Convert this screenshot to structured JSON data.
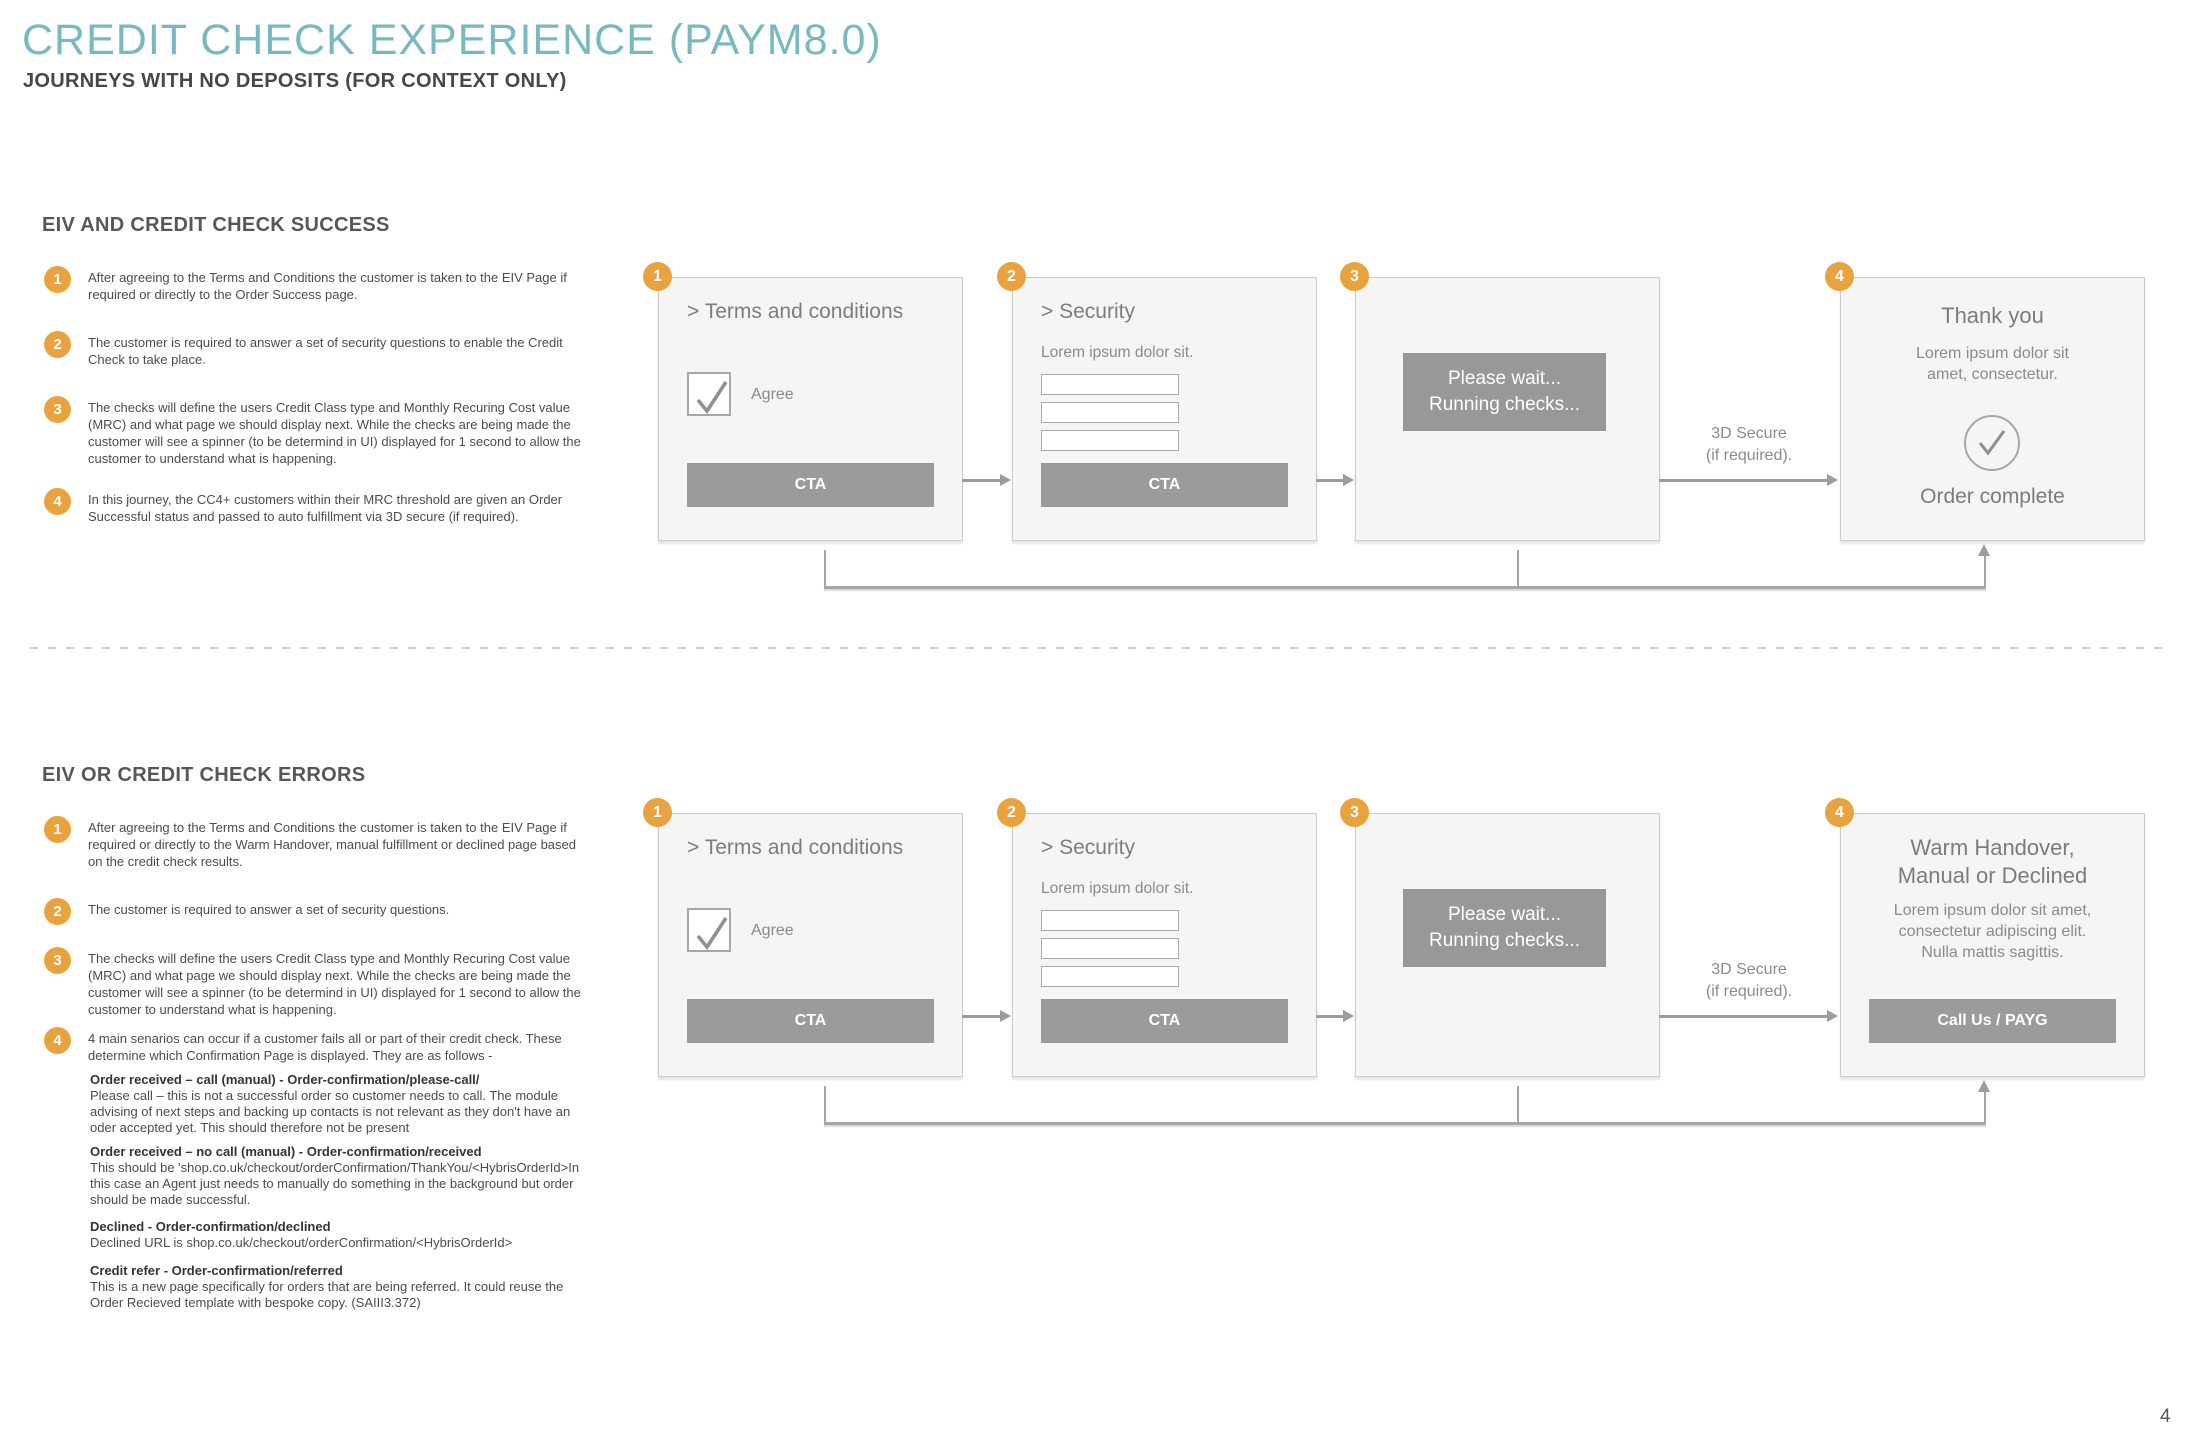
{
  "page": {
    "title": "CREDIT CHECK EXPERIENCE (PAYM8.0)",
    "subtitle": "JOURNEYS WITH NO DEPOSITS (FOR CONTEXT ONLY)",
    "page_number": "4",
    "colors": {
      "accent_teal": "#78b9bf",
      "accent_orange": "#e9a33e",
      "cta_gray": "#9b9b9b",
      "panel_bg": "#f5f5f4",
      "arrow_gray": "#9c9c9c"
    }
  },
  "success": {
    "heading": "EIV AND CREDIT CHECK SUCCESS",
    "steps": [
      {
        "num": "1",
        "text": "After agreeing to the Terms and Conditions the customer is taken to the EIV Page if\nrequired or directly to the Order Success page."
      },
      {
        "num": "2",
        "text": "The customer is required to answer a set of security questions to enable the Credit\nCheck to take place."
      },
      {
        "num": "3",
        "text": "The checks will define the users Credit Class type and Monthly Recuring Cost value\n(MRC) and what page we should display next. While the checks are being made the\ncustomer will see a spinner (to be determind in UI) displayed for 1 second to allow the\ncustomer to understand what is happening."
      },
      {
        "num": "4",
        "text": "In this journey, the CC4+ customers within their MRC threshold are given an Order\nSuccessful status and passed to auto fulfillment via 3D secure (if required)."
      }
    ]
  },
  "errors": {
    "heading": "EIV OR CREDIT CHECK ERRORS",
    "steps": [
      {
        "num": "1",
        "text": "After agreeing to the Terms and Conditions the customer is taken to the EIV Page if\nrequired or directly to the Warm Handover, manual fulfillment or declined page based\non the credit check results."
      },
      {
        "num": "2",
        "text": "The customer is required to answer a set of security questions."
      },
      {
        "num": "3",
        "text": "The checks will define the users Credit Class type and Monthly Recuring Cost value\n(MRC) and what page we should display next. While the checks are being made the\ncustomer will see a spinner (to be determind in UI) displayed for 1 second to allow the\ncustomer to understand what is happening."
      },
      {
        "num": "4",
        "text": "4 main senarios can occur if a customer fails all or part of their credit check. These\ndetermine which Confirmation Page is displayed. They are as follows -"
      }
    ],
    "scenarios": [
      {
        "title": "Order received – call (manual) - Order-confirmation/please-call/",
        "body": "Please call – this is not a successful order so customer needs to call. The module\nadvising of next steps and backing up contacts is not relevant as they don't have an\noder accepted yet. This should therefore not be present"
      },
      {
        "title": "Order received – no call (manual) - Order-confirmation/received",
        "body": "This should be 'shop.co.uk/checkout/orderConfirmation/ThankYou/<HybrisOrderId>In\nthis case an Agent just needs to manually do something in the background but order\nshould be made successful."
      },
      {
        "title": "Declined - Order-confirmation/declined",
        "body": "Declined URL is shop.co.uk/checkout/orderConfirmation/<HybrisOrderId>"
      },
      {
        "title": "Credit refer - Order-confirmation/referred",
        "body": "This is a new page specifically for orders that are being referred. It could reuse the\nOrder Recieved template with bespoke copy. (SAIII3.372)"
      }
    ]
  },
  "flow": {
    "labels": {
      "secure_3d": "3D Secure\n(if required)."
    },
    "panels": {
      "terms": {
        "badge": "1",
        "heading": "> Terms and conditions",
        "checkbox_label": "Agree",
        "cta": "CTA"
      },
      "security": {
        "badge": "2",
        "heading": "> Security",
        "lorem": "Lorem ipsum dolor sit.",
        "cta": "CTA"
      },
      "running": {
        "badge": "3",
        "wait_text": "Please wait...\nRunning checks..."
      },
      "success_end": {
        "badge": "4",
        "title": "Thank you",
        "lorem": "Lorem ipsum dolor sit\namet, consectetur.",
        "footer": "Order complete"
      },
      "error_end": {
        "badge": "4",
        "title": "Warm Handover,\nManual or Declined",
        "lorem": "Lorem ipsum dolor sit amet,\nconsectetur adipiscing elit.\nNulla mattis sagittis.",
        "cta": "Call Us / PAYG"
      }
    }
  }
}
